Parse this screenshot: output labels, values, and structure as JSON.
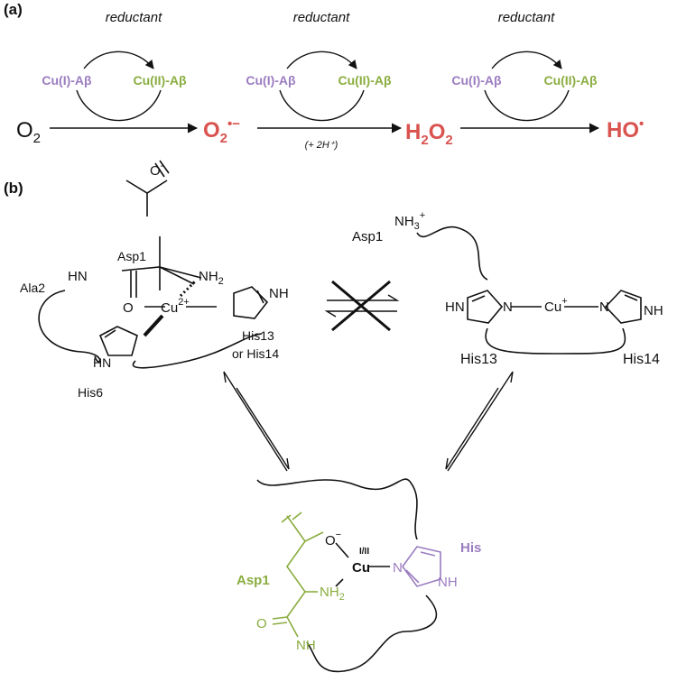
{
  "colors": {
    "cu1": "#9b7cc0",
    "cu2": "#8aad3f",
    "ros": "#d9534f",
    "asp": "#8aad3f",
    "his": "#9b7cc0",
    "ink": "#111111"
  },
  "panel_a": {
    "label": "(a)",
    "cycles": [
      {
        "reductant": "reductant",
        "cu1": "Cu(I)-Aβ",
        "cu2": "Cu(II)-Aβ"
      },
      {
        "reductant": "reductant",
        "cu1": "Cu(I)-Aβ",
        "cu2": "Cu(II)-Aβ"
      },
      {
        "reductant": "reductant",
        "cu1": "Cu(I)-Aβ",
        "cu2": "Cu(II)-Aβ"
      }
    ],
    "species": {
      "o2": "O",
      "o2_sub": "2",
      "superoxide": "O",
      "superoxide_sub": "2",
      "superoxide_sup": "•−",
      "h2o2_h": "H",
      "h2o2_sub": "2",
      "h2o2_o": "O",
      "h2o2_sub2": "2",
      "hydroxyl": "HO",
      "hydroxyl_sup": "•"
    },
    "protons": "(+ 2H⁺)"
  },
  "panel_b": {
    "label": "(b)",
    "left": {
      "o_minus": "O",
      "minus": "-",
      "asp1": "Asp1",
      "ala2": "Ala2",
      "hn": "HN",
      "o": "O",
      "cu": "Cu",
      "cu_charge": "2+",
      "nh2": "NH",
      "nh2_sub": "2",
      "nh": "NH",
      "his_hn": "HN",
      "his6": "His6",
      "his13": "His13",
      "or_his14": "or His14"
    },
    "right": {
      "nh3": "NH",
      "nh3_sub": "3",
      "nh3_sup": "+",
      "asp1": "Asp1",
      "hn": "HN",
      "n1": "N",
      "cu": "Cu",
      "cu_charge": "+",
      "n2": "N",
      "nh": "NH",
      "his13": "His13",
      "his14": "His14"
    },
    "bottom": {
      "o_minus": "O",
      "minus": "−",
      "cu": "Cu",
      "cu_ox": "I/II",
      "n": "N",
      "his": "His",
      "nh": "NH",
      "asp1": "Asp1",
      "nh2": "NH",
      "nh2_sub": "2",
      "o": "O",
      "amide_nh": "NH"
    }
  }
}
